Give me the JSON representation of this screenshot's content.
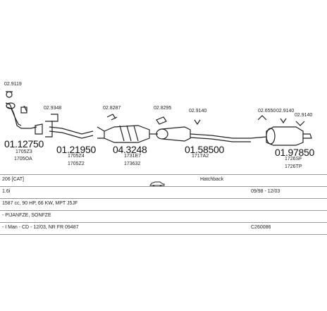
{
  "parts": {
    "p1": {
      "main": "01.12750",
      "subs": [
        "1705Z3",
        "1705OA"
      ],
      "clamp": "02.9119",
      "clamp2": ""
    },
    "p2": {
      "main": "01.21950",
      "subs": [
        "1705Z4",
        "1705Z2"
      ],
      "clamp": "02.9348"
    },
    "p3": {
      "main": "04.3248",
      "subs": [
        "1731E7",
        "173632"
      ],
      "clamp": "02.8287"
    },
    "p4": {
      "main": "01.58500",
      "subs": [
        "1717A2"
      ],
      "clamp": "02.8295",
      "clamp2": "02.9140"
    },
    "p5": {
      "main": "01.97850",
      "subs": [
        "1726SF",
        "1726TP"
      ],
      "clamp": "02.6550",
      "clamp2": "02.9140",
      "clamp3": "02.9140"
    }
  },
  "info": {
    "model": "206  [CAT]",
    "body": "Hatchback",
    "engine": "1.6i",
    "years": "09/98 - 12/03",
    "spec": "1587 cc, 90 HP, 66 KW, MPT J5JF",
    "row4": "- PIJANFZE, SONFZE",
    "row5": "- I Man - CD - 12/03, NR FR  09487",
    "code": "C260086"
  }
}
